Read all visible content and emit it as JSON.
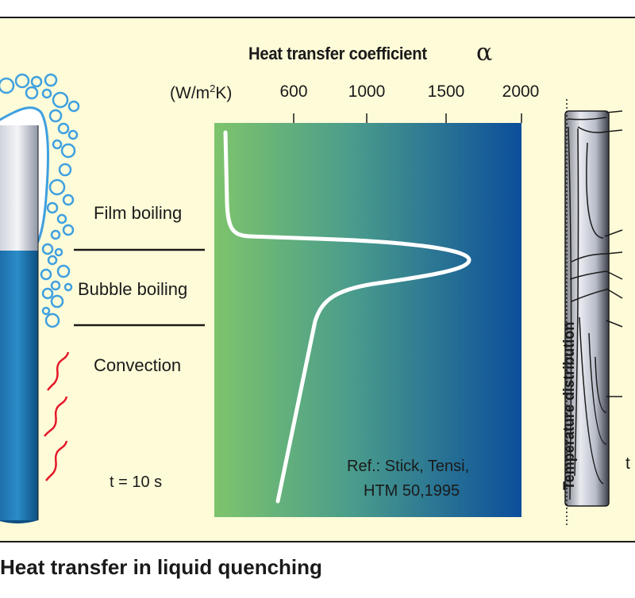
{
  "title": "Heat transfer coefficient",
  "title_symbol": "α",
  "axis": {
    "unit_prefix": "(W/m",
    "unit_sup": "2",
    "unit_suffix": "K)",
    "ticks": [
      "600",
      "1000",
      "1500",
      "2000"
    ]
  },
  "regions": {
    "film": "Film boiling",
    "bubble": "Bubble boiling",
    "convection": "Convection"
  },
  "time_label": "t = 10 s",
  "reference": {
    "line1": "Ref.: Stick, Tensi,",
    "line2": "HTM 50,1995"
  },
  "side_label": "Temperature distribution",
  "right_edge_letter": "t",
  "caption": "Heat transfer in liquid quenching",
  "colors": {
    "panel_bg": "#fefbd8",
    "gradient_start": "#7dc36e",
    "gradient_end": "#0c4f9a",
    "bubble_outline": "#3fa0e0",
    "heat_wave": "#e4182a",
    "cylinder_blue": "#1d73ae",
    "curve": "#ffffff"
  },
  "icons": [
    "bubble-cluster-icon",
    "heat-wave-icon",
    "cylinder-icon"
  ]
}
